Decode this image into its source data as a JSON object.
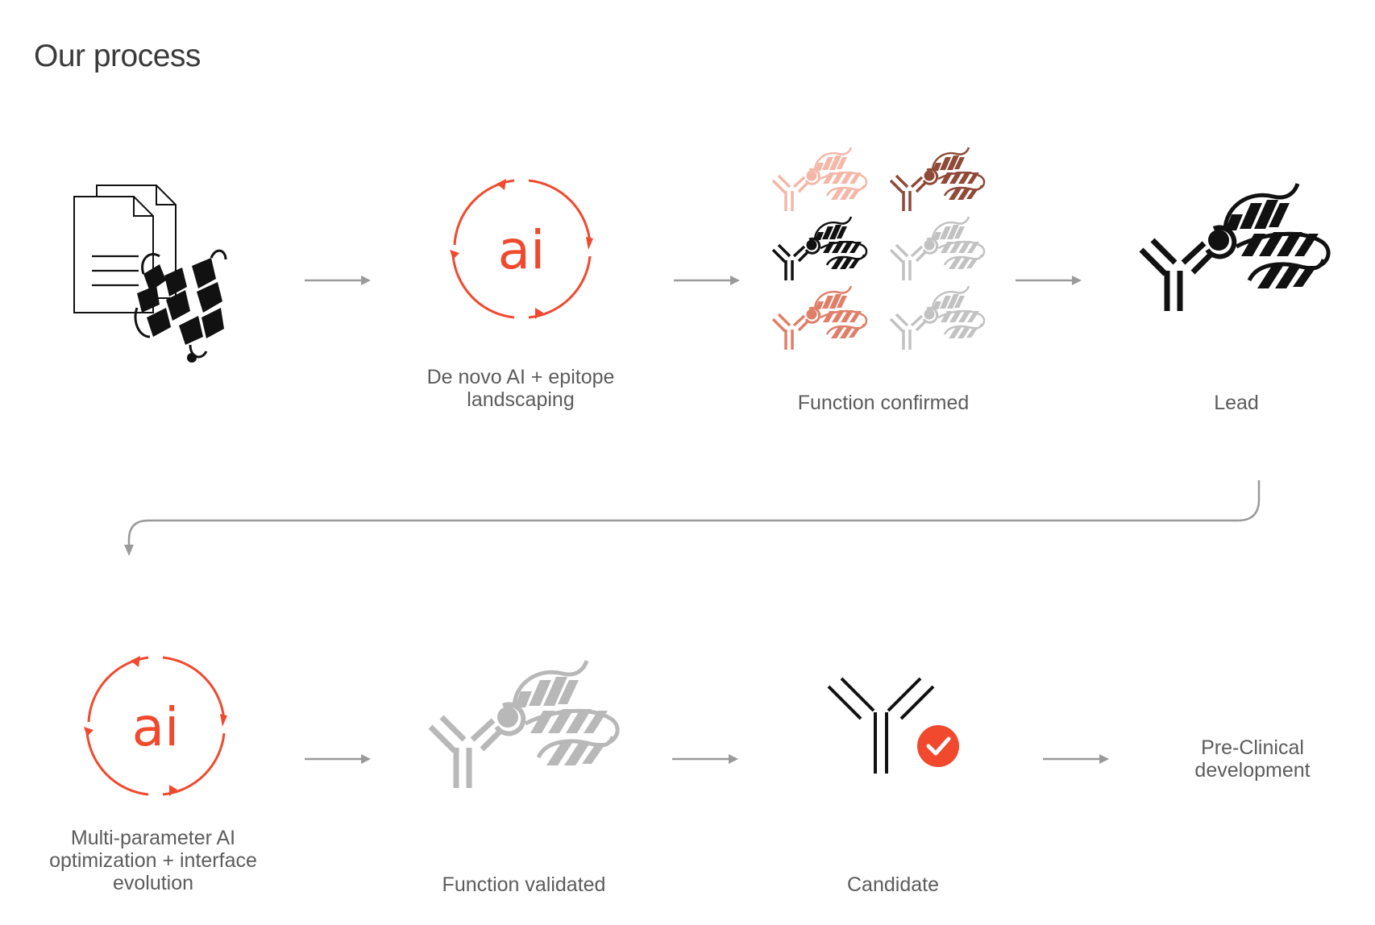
{
  "title": "Our process",
  "steps": [
    {
      "label": "",
      "icon": "documents-protein-icon"
    },
    {
      "label": "De novo AI + epitope\nlandscaping",
      "icon": "ai-cycle-icon"
    },
    {
      "label": "Function confirmed",
      "icon": "antibody-grid-icon"
    },
    {
      "label": "Lead",
      "icon": "antibody-binding-icon"
    },
    {
      "label": "Multi-parameter AI\noptimization + interface\nevolution",
      "icon": "ai-cycle-icon"
    },
    {
      "label": "Function validated",
      "icon": "antibody-binding-gray-icon"
    },
    {
      "label": "Candidate",
      "icon": "antibody-check-icon"
    },
    {
      "label": "Pre-Clinical\ndevelopment",
      "icon": ""
    }
  ],
  "ai_text": "ai",
  "colors": {
    "accent": "#f0492e",
    "arrow": "#9a9a9a",
    "gray_art": "#b8b8b8",
    "pale_pink": "#f4b7a8",
    "brown": "#8f4a38",
    "salmon": "#e07f68",
    "black": "#111111"
  }
}
